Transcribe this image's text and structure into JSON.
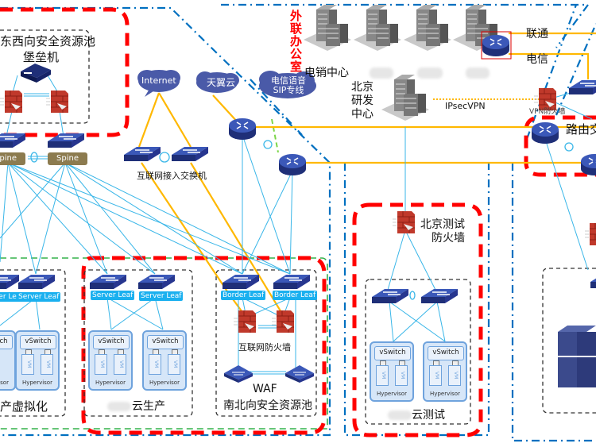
{
  "diagram": {
    "title": "网络拓扑架构图",
    "zones": {
      "east_west_pool": "东西向安全资源池",
      "bastion_host": "堡垒机",
      "internet_access_switch": "互联网接入交换机",
      "external_office": "外联办公室",
      "telemarketing_center": "电销中心",
      "beijing_rnd_center": "北京研发中心",
      "ipsec_vpn": "IPsecVPN",
      "unicom": "联通",
      "telecom": "电信",
      "vpn_firewall": "VPN防火墙",
      "routing_switch": "路由交",
      "beijing_test_firewall": "北京测试防火墙",
      "test_cloud": "云测试",
      "production_virtualization": "产虚拟化",
      "production_cloud": "云生产",
      "internet_firewall": "互联网防火墙",
      "waf": "WAF",
      "north_south_pool": "南北向安全资源池"
    },
    "clouds": [
      {
        "name": "internet",
        "label": "Internet"
      },
      {
        "name": "tianyi-cloud",
        "label": "天翼云"
      },
      {
        "name": "telecom-sip",
        "label": "电信语音SIP专线"
      }
    ],
    "device_tags": {
      "spine": "Spine",
      "server_leaf": "Server Leaf",
      "border_leaf": "Border Leaf",
      "vswitch": "vSwitch",
      "vm": "VM",
      "hypervisor": "Hypervisor"
    },
    "colors": {
      "red_dashed": "#ff0000",
      "blue_dashdot": "#0070c0",
      "green_dashed": "#33b24a",
      "link_blue": "#39b6e8",
      "link_orange": "#ffb800",
      "device_navy": "#2d3a8c",
      "firewall_red": "#c0392b",
      "spine_olive": "#8c7b4f"
    }
  }
}
